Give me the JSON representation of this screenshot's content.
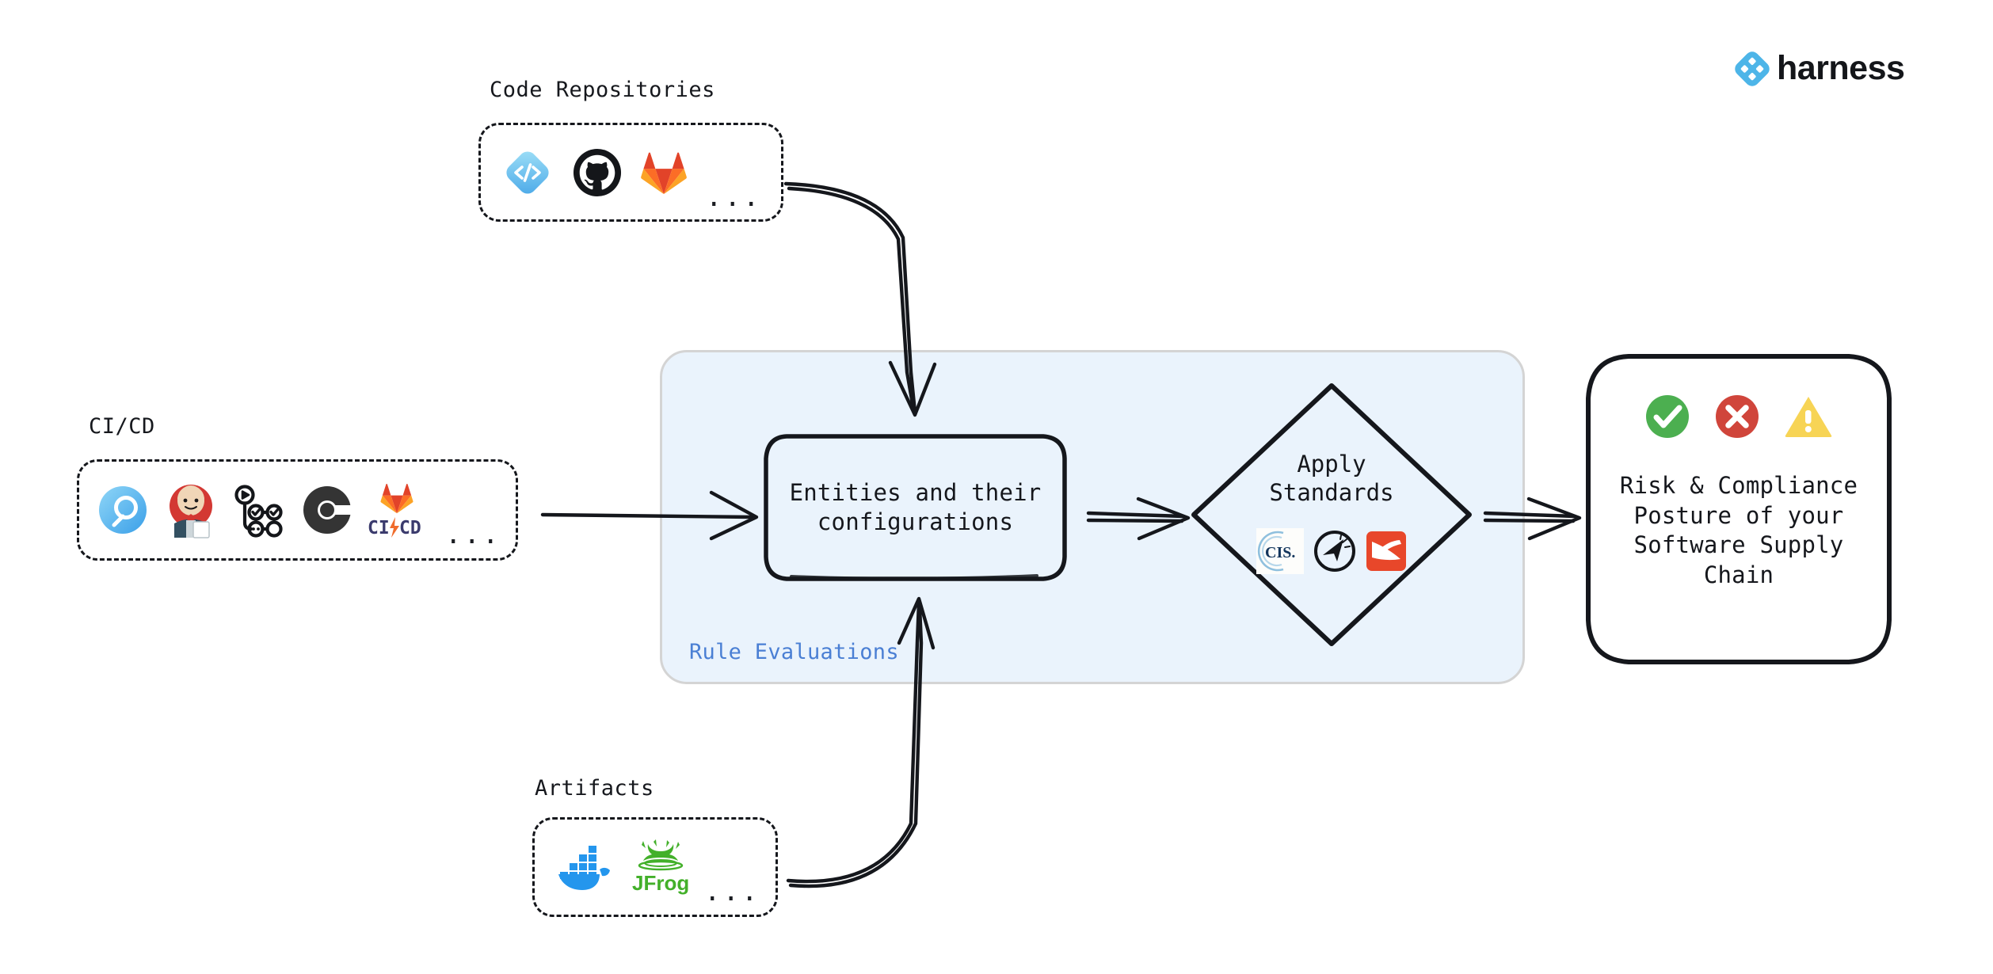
{
  "brand": {
    "name": "harness",
    "logo_icon": "harness-diamond-logo",
    "accent_color": "#4db5e8"
  },
  "sources": [
    {
      "id": "code-repositories",
      "label": "Code Repositories",
      "ellipsis": "...",
      "icons": [
        {
          "name": "harness-code-icon",
          "title": "Harness Code"
        },
        {
          "name": "github-icon",
          "title": "GitHub"
        },
        {
          "name": "gitlab-icon",
          "title": "GitLab"
        }
      ]
    },
    {
      "id": "ci-cd",
      "label": "CI/CD",
      "ellipsis": "...",
      "icons": [
        {
          "name": "harness-icon",
          "title": "Harness"
        },
        {
          "name": "jenkins-icon",
          "title": "Jenkins"
        },
        {
          "name": "github-actions-icon",
          "title": "GitHub Actions"
        },
        {
          "name": "circleci-icon",
          "title": "CircleCI"
        },
        {
          "name": "gitlab-cicd-icon",
          "title": "GitLab CI/CD",
          "text": "CI/CD"
        }
      ]
    },
    {
      "id": "artifacts",
      "label": "Artifacts",
      "ellipsis": "...",
      "icons": [
        {
          "name": "docker-icon",
          "title": "Docker"
        },
        {
          "name": "jfrog-icon",
          "title": "JFrog",
          "text": "JFrog"
        }
      ]
    }
  ],
  "panel": {
    "label": "Rule Evaluations",
    "label_color": "#4a7fd4",
    "fill_color": "#eaf3fc",
    "border_color": "#d4d4d4",
    "entities_box": {
      "text": "Entities and their\nconfigurations"
    },
    "standards_node": {
      "text": "Apply\nStandards",
      "icons": [
        {
          "name": "cis-icon",
          "title": "CIS",
          "text": "CIS."
        },
        {
          "name": "openssf-icon",
          "title": "OpenSSF"
        },
        {
          "name": "elastic-icon",
          "title": "Elastic"
        }
      ]
    }
  },
  "output": {
    "text": "Risk & Compliance\nPosture of your\nSoftware Supply\nChain",
    "status_icons": [
      {
        "name": "check-circle-icon",
        "title": "Pass",
        "color": "#4CAF50"
      },
      {
        "name": "x-circle-icon",
        "title": "Fail",
        "color": "#D0453B"
      },
      {
        "name": "warning-triangle-icon",
        "title": "Warning",
        "color": "#F7D455"
      }
    ]
  },
  "connectors": [
    {
      "name": "code-repositories-to-entities",
      "style": "curved-arrow"
    },
    {
      "name": "cicd-to-entities",
      "style": "straight-arrow"
    },
    {
      "name": "artifacts-to-entities",
      "style": "curved-arrow"
    },
    {
      "name": "entities-to-standards",
      "style": "double-line-arrow"
    },
    {
      "name": "standards-to-output",
      "style": "double-line-arrow"
    }
  ]
}
